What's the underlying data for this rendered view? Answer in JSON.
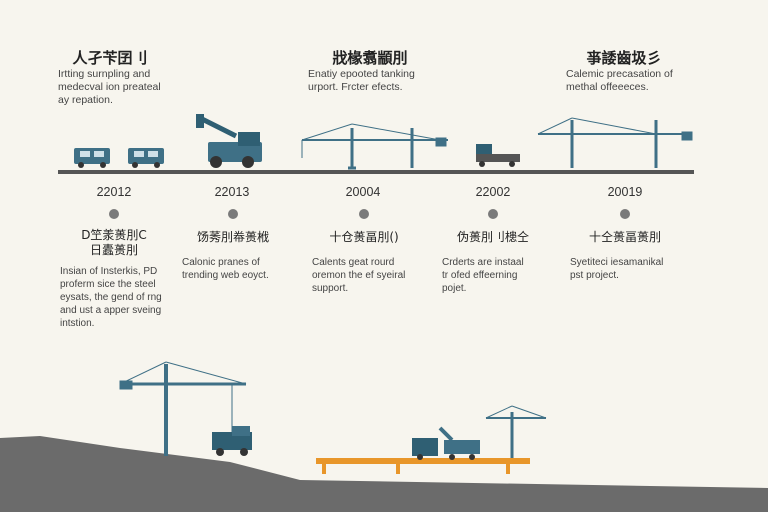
{
  "headings": [
    "人孑苄囝刂",
    "戕椽翥顓刖",
    "亊諉齒圾彡"
  ],
  "top_descriptions": [
    [
      "Irtting surnpling and",
      "medecval ion preateal",
      "ay repation."
    ],
    [
      "Enatiy epooted tanking",
      "urport.  Frcter efects."
    ],
    [
      "Calemic precasation of",
      "methal offeeeces."
    ]
  ],
  "milestones": [
    {
      "year": "22012",
      "label": [
        "D笁羕蒉刖C",
        "日蠹蒉刖"
      ],
      "desc": [
        "Insian of Insterkis, PD",
        "proferm sice the steel",
        "eysats, the gend of rng",
        "and ust a apper sveing",
        "intstion."
      ]
    },
    {
      "year": "22013",
      "label": [
        "饧莠刖帣蒉栰"
      ],
      "desc": [
        "Calonic pranes of",
        "trending web eoyct."
      ]
    },
    {
      "year": "20004",
      "label": [
        "十仓蒉畐刖()"
      ],
      "desc": [
        "Calents geat rourd",
        "oremon the ef syeiral",
        "support."
      ]
    },
    {
      "year": "22002",
      "label": [
        "伪蒉刖刂槵仝"
      ],
      "desc": [
        "Crderts are instaal",
        "tr ofed effeerning",
        "pojet."
      ]
    },
    {
      "year": "20019",
      "label": [
        "十仝蒉畐蒉刖"
      ],
      "desc": [
        "Syetiteci iesamanikal",
        "pst project."
      ]
    }
  ],
  "colors": {
    "steel_blue": "#3f7086",
    "truck_blue": "#2f5f73",
    "ground": "#6b6b6b",
    "platform": "#e8962a",
    "timeline": "#555555"
  }
}
